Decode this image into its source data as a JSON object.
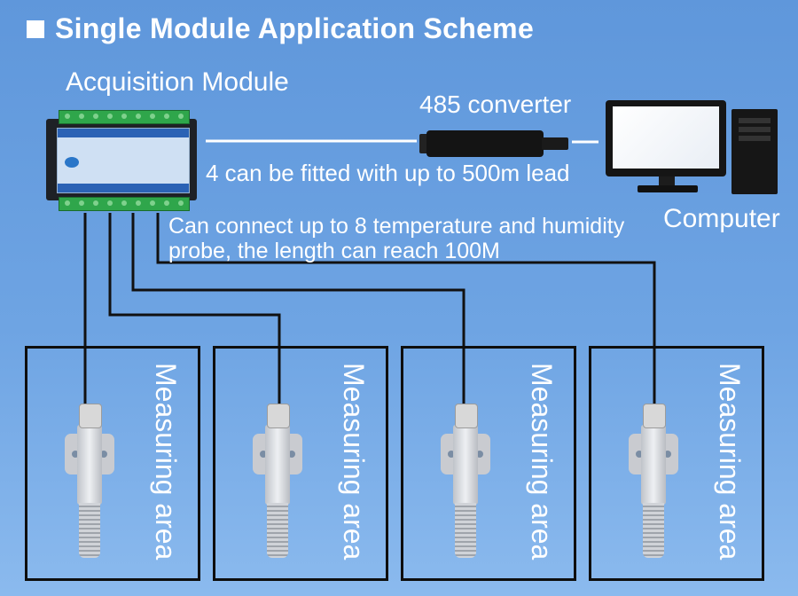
{
  "title": "Single Module Application Scheme",
  "labels": {
    "module": "Acquisition Module",
    "converter": "485 converter",
    "lead": "4 can be fitted with up to 500m lead",
    "probe_line1": "Can connect up to 8 temperature and humidity",
    "probe_line2": "probe, the length can reach 100M",
    "computer": "Computer"
  },
  "areas": [
    {
      "label": "Measuring area"
    },
    {
      "label": "Measuring area"
    },
    {
      "label": "Measuring area"
    },
    {
      "label": "Measuring area"
    }
  ],
  "colors": {
    "background": "#6ea4e3",
    "wire": "#111111",
    "white_line": "#ffffff"
  }
}
